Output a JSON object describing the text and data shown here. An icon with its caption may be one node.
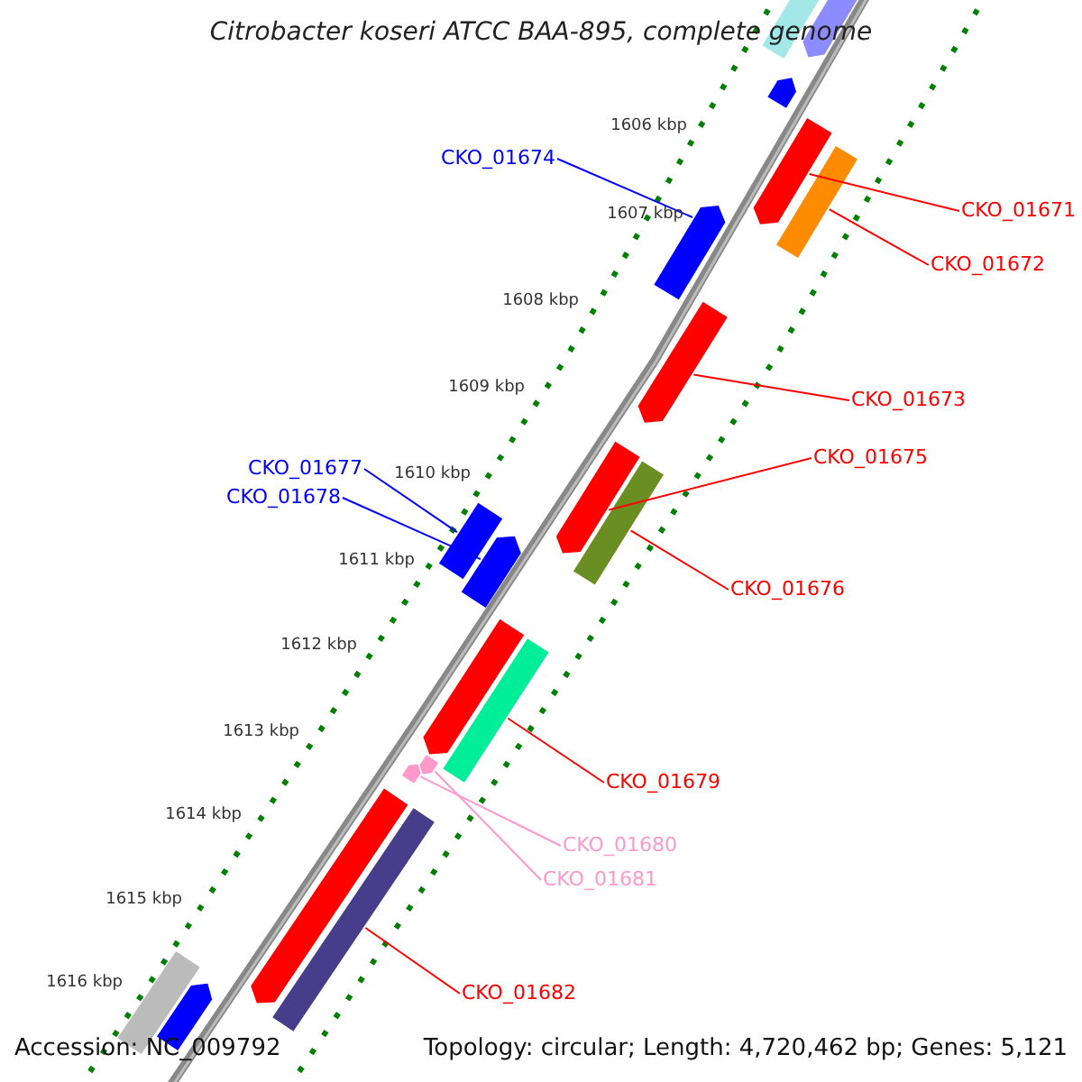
{
  "diagram": {
    "title": "Citrobacter koseri ATCC BAA-895, complete genome",
    "nodes": [
      {
        "text": [
          "CKO_01674"
        ]
      },
      {
        "text": [
          "CKO_01671"
        ]
      },
      {
        "text": [
          "CKO_01672"
        ]
      },
      {
        "text": [
          "CKO_01673"
        ]
      },
      {
        "text": [
          "CKO_01675"
        ]
      },
      {
        "text": [
          "CKO_01677"
        ]
      },
      {
        "text": [
          "CKO_01678"
        ]
      },
      {
        "text": [
          "CKO_01676"
        ]
      },
      {
        "text": [
          "CKO_01679"
        ]
      },
      {
        "text": [
          "CKO_01680"
        ]
      },
      {
        "text": [
          "CKO_01681"
        ]
      },
      {
        "text": [
          "CKO_01682"
        ]
      },
      {
        "text": [],
        "shape": "bar"
      },
      {
        "text": [],
        "shape": "arrow"
      },
      {
        "text": [],
        "shape": "arrow"
      },
      {
        "text": [],
        "shape": "arrow"
      },
      {
        "text": [],
        "shape": "bar"
      },
      {
        "text": [],
        "shape": "arrow"
      },
      {
        "text": [],
        "shape": "arrow"
      },
      {
        "text": [],
        "shape": "arrow"
      },
      {
        "text": [],
        "shape": "bar"
      },
      {
        "text": [],
        "shape": "arrow"
      },
      {
        "text": [],
        "shape": "arrow"
      },
      {
        "text": [],
        "shape": "arrow"
      },
      {
        "text": [],
        "shape": "bar"
      },
      {
        "text": [],
        "shape": "arrow"
      },
      {
        "text": [],
        "shape": "arrow"
      },
      {
        "text": [],
        "shape": "arrow"
      },
      {
        "text": [],
        "shape": "bar"
      },
      {
        "text": [],
        "shape": "bar"
      },
      {
        "text": [],
        "shape": "arrow"
      }
    ],
    "edges": [
      {
        "from": 0,
        "to": 17,
        "arrow": "none",
        "color": "#0000ff"
      },
      {
        "from": 1,
        "to": 15,
        "arrow": "none"
      },
      {
        "from": 2,
        "to": 16,
        "arrow": "none"
      },
      {
        "from": 3,
        "to": 18,
        "arrow": "none"
      },
      {
        "from": 4,
        "to": 19,
        "arrow": "none"
      },
      {
        "from": 5,
        "to": 21,
        "arrow": "none",
        "color": "#0000ff"
      },
      {
        "from": 6,
        "to": 22,
        "arrow": "none",
        "color": "#0000ff"
      },
      {
        "from": 7,
        "to": 20,
        "arrow": "none"
      },
      {
        "from": 8,
        "to": 24,
        "arrow": "none"
      },
      {
        "from": 9,
        "to": 25,
        "arrow": "none",
        "color": "#ff99cc"
      },
      {
        "from": 10,
        "to": 26,
        "arrow": "none",
        "color": "#ff99cc"
      },
      {
        "from": 11,
        "to": 28,
        "arrow": "none"
      }
    ],
    "labels": [
      "1606 kbp",
      "1607 kbp",
      "1608 kbp",
      "1609 kbp",
      "1610 kbp",
      "1611 kbp",
      "1612 kbp",
      "1613 kbp",
      "1614 kbp",
      "1615 kbp",
      "1616 kbp",
      "Accession: NC_009792",
      "Topology: circular; Length: 4,720,462 bp; Genes: 5,121"
    ]
  }
}
